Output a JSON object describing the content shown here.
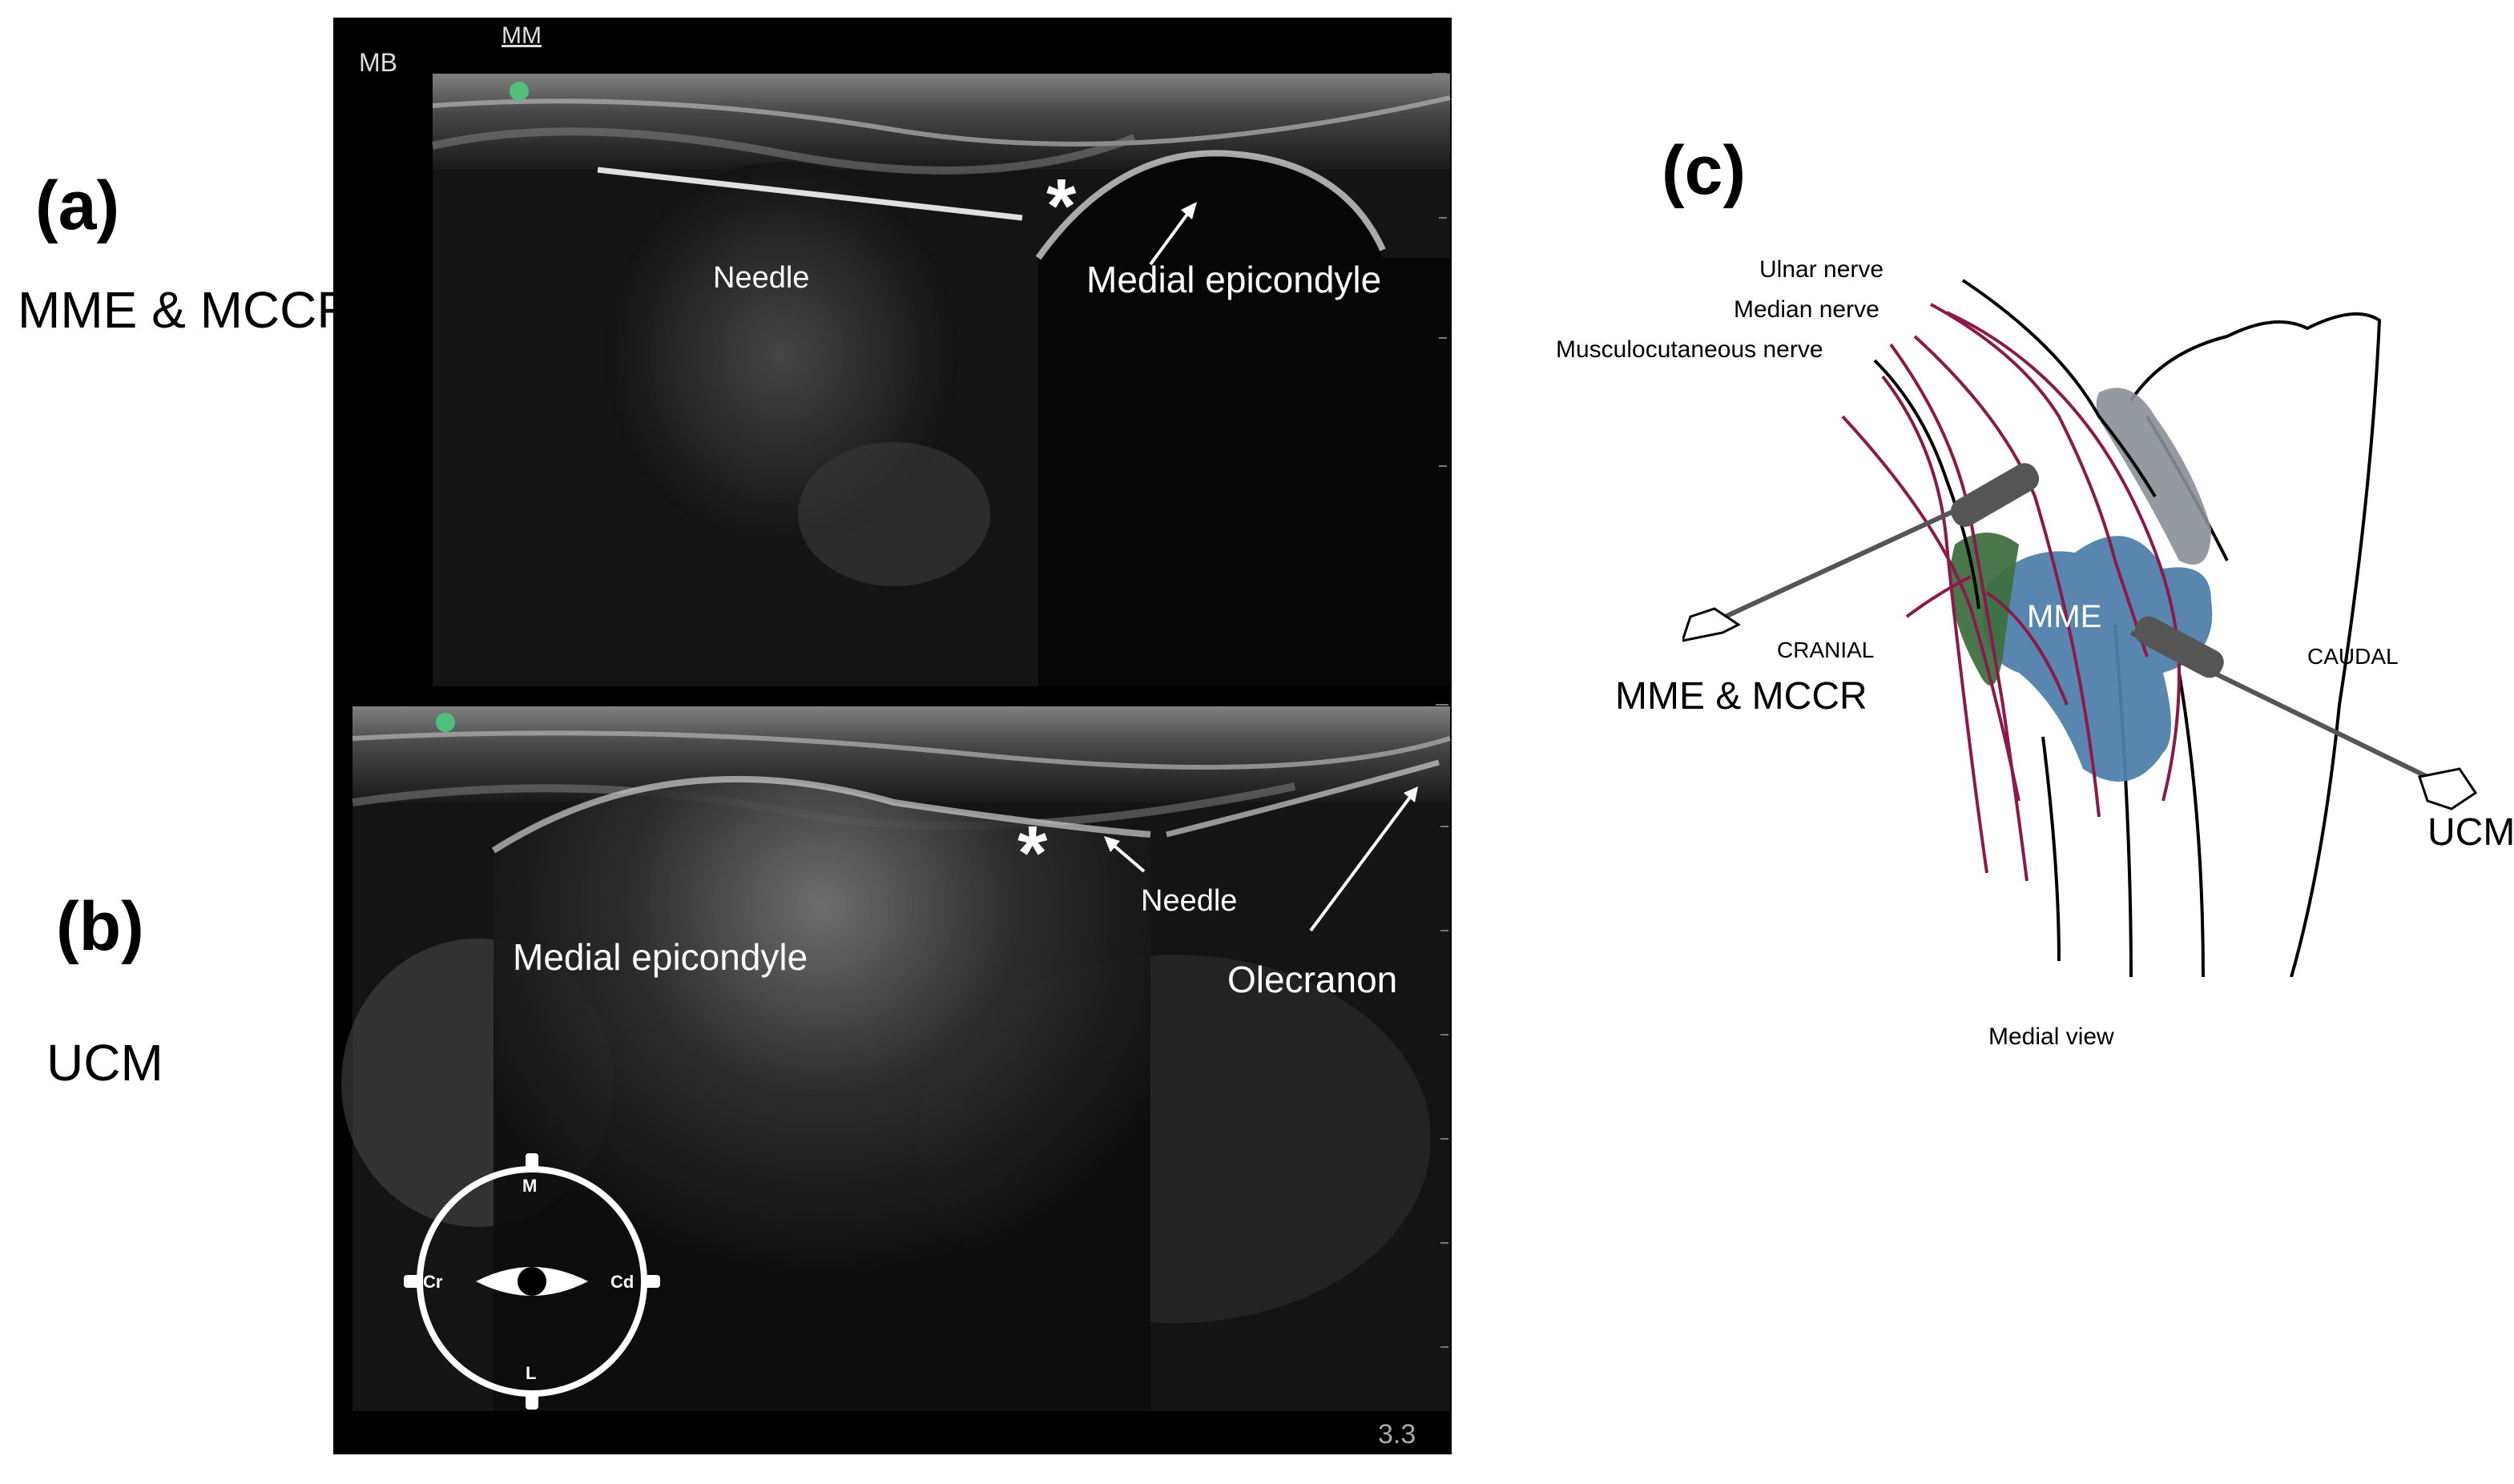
{
  "panel_a": {
    "letter": "(a)",
    "label": "MME & MCCR",
    "screen_tag_left": "MB",
    "screen_tag_top": "MM",
    "needle": "Needle",
    "structure": "Medial epicondyle",
    "marker": "*"
  },
  "panel_b": {
    "letter": "(b)",
    "label": "UCM",
    "needle": "Needle",
    "structure": "Medial epicondyle",
    "olecranon": "Olecranon",
    "marker": "*",
    "depth": "3.3",
    "orientation": {
      "top": "M",
      "bottom": "L",
      "left": "Cr",
      "right": "Cd"
    }
  },
  "panel_c": {
    "letter": "(c)",
    "nerves": [
      "Ulnar nerve",
      "Median nerve",
      "Musculocutaneous nerve"
    ],
    "muscle_label": "MME",
    "cranial": "CRANIAL",
    "caudal": "CAUDAL",
    "left_approach": "MME & MCCR",
    "right_approach": "UCM",
    "view": "Medial view"
  },
  "colors": {
    "nerve": "#8b1a4a",
    "muscle_blue": "#4f7faa",
    "muscle_green": "#3f7040",
    "tendon_gray": "#8a8f96"
  }
}
